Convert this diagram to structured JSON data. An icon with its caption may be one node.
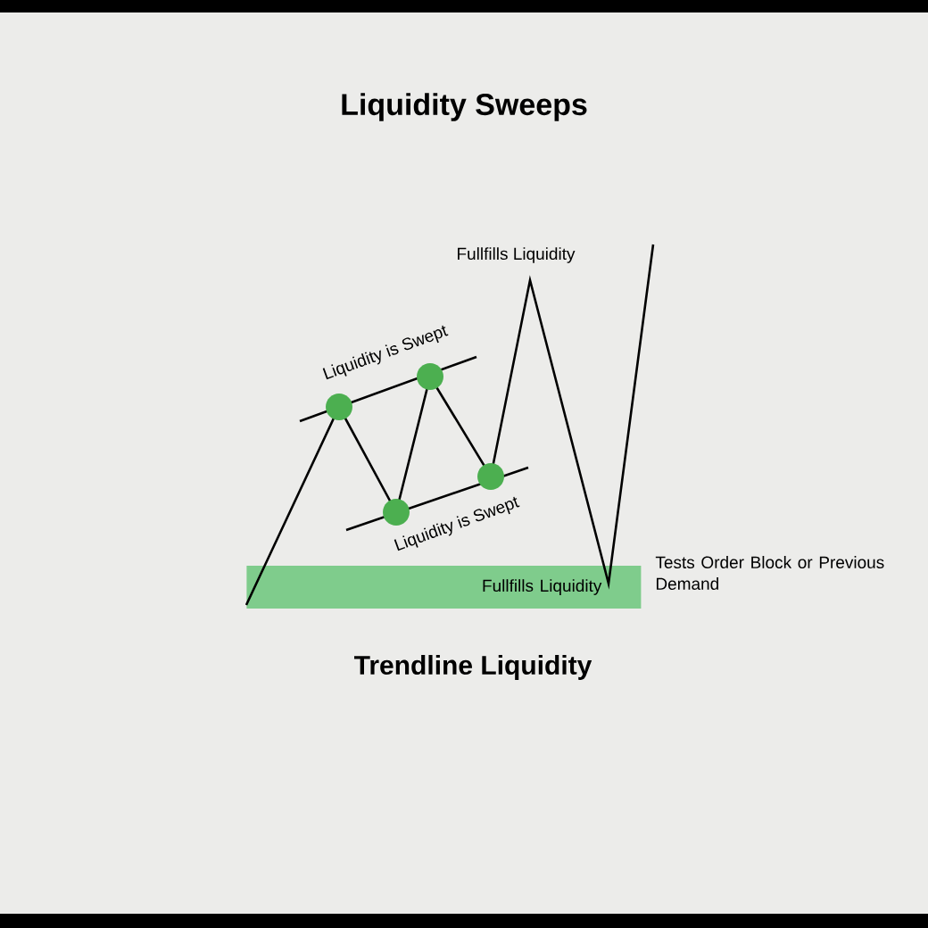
{
  "diagram": {
    "title": "Liquidity Sweeps",
    "caption": "Trendline Liquidity",
    "nodes": [
      {
        "text": [
          "Fullfills Liquidity"
        ]
      }
    ],
    "labels": [
      "Fullfills Liquidity",
      "Liquidity is Swept",
      "Liquidity is Swept",
      "Tests Order Block or Previous Demand"
    ]
  }
}
